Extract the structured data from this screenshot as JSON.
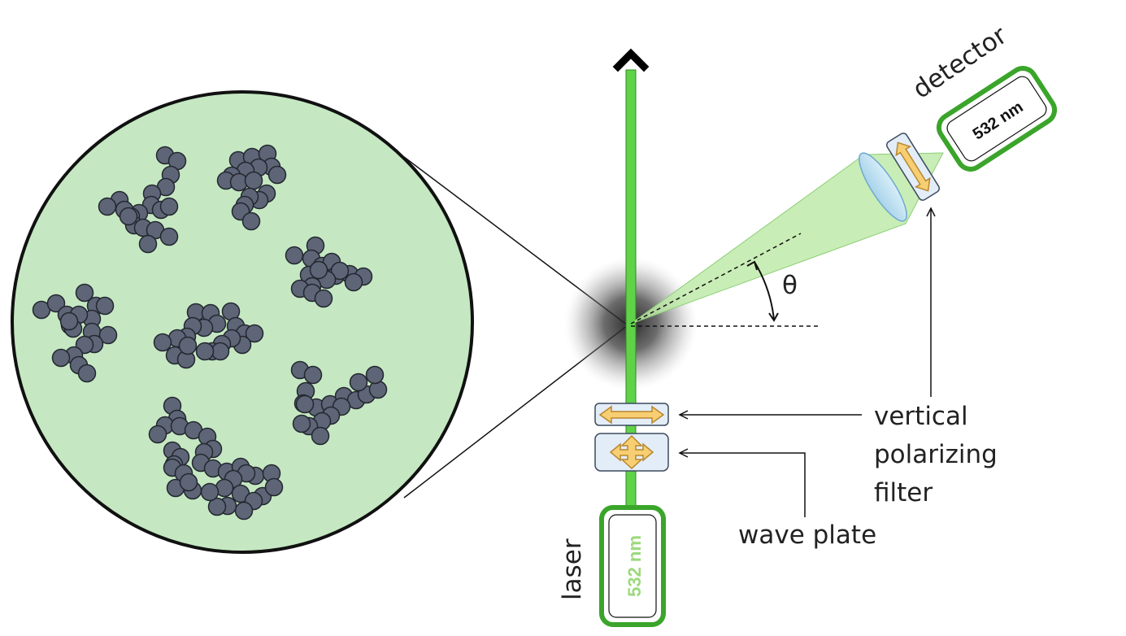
{
  "labels": {
    "detector": "detector",
    "detector_wavelength": "532 nm",
    "laser": "laser",
    "laser_wavelength": "532 nm",
    "angle_symbol": "θ",
    "vertical_filter_line1": "vertical",
    "vertical_filter_line2": "polarizing",
    "vertical_filter_line3": "filter",
    "wave_plate": "wave plate"
  },
  "colors": {
    "beam": "#5fd24a",
    "inset_fill": "#c5e8c2",
    "particle": "#5d6577",
    "device_border": "#3aa52a",
    "optic_box": "#e3edf8",
    "arrow_fill": "#f7cf72",
    "arrow_stroke": "#b8862e",
    "laser_text": "#9bd97a"
  },
  "icons": {
    "laser": "laser-source-icon",
    "detector": "detector-icon",
    "lens": "lens-icon",
    "polarizer": "polarizer-icon",
    "wave_plate": "wave-plate-icon"
  }
}
